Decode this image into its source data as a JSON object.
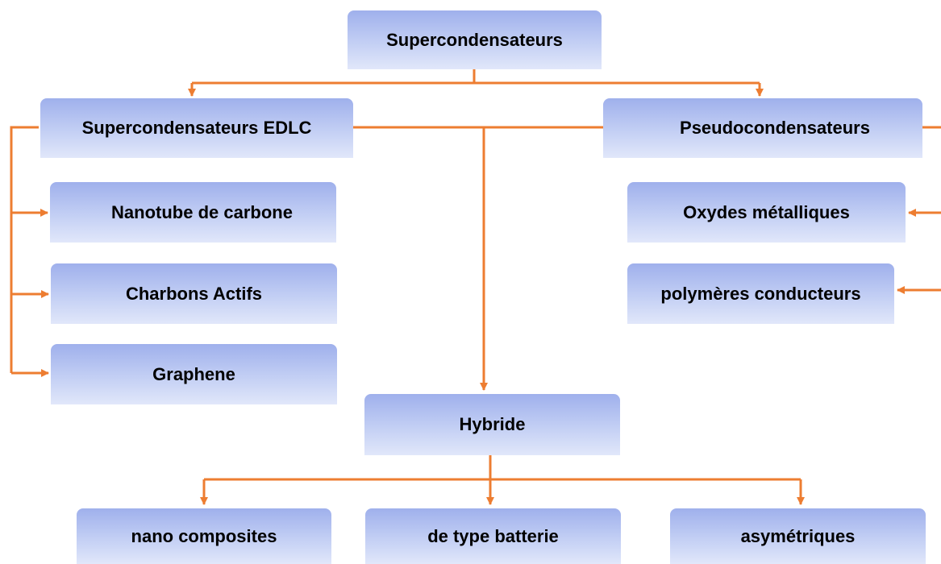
{
  "diagram": {
    "connector_color": "#ed7d31",
    "box_gradient_top": "#9fb0ec",
    "box_gradient_bottom": "#e1e7fa",
    "nodes": {
      "root": "Supercondensateurs",
      "edlc": "Supercondensateurs EDLC",
      "pseudo": "Pseudocondensateurs",
      "nanotube": "Nanotube de carbone",
      "charbons": "Charbons Actifs",
      "graphene": "Graphene",
      "oxydes": "Oxydes métalliques",
      "polymeres": "polymères conducteurs",
      "hybride": "Hybride",
      "nanocomposites": "nano composites",
      "batterie": "de type batterie",
      "asymetriques": "asymétriques"
    }
  }
}
